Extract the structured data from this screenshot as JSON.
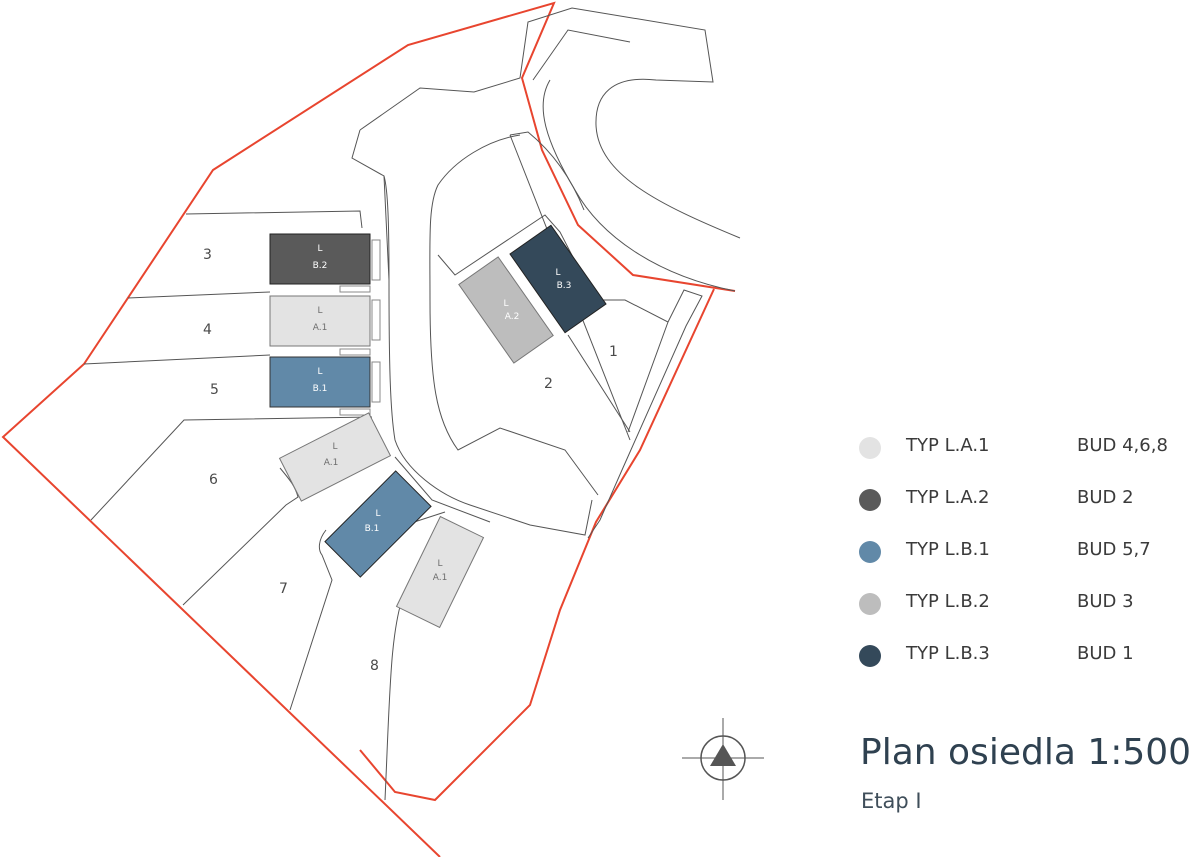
{
  "plots": [
    {
      "id": "1",
      "label": "1"
    },
    {
      "id": "2",
      "label": "2"
    },
    {
      "id": "3",
      "label": "3"
    },
    {
      "id": "4",
      "label": "4"
    },
    {
      "id": "5",
      "label": "5"
    },
    {
      "id": "6",
      "label": "6"
    },
    {
      "id": "7",
      "label": "7"
    },
    {
      "id": "8",
      "label": "8"
    }
  ],
  "buildings": [
    {
      "line1": "L",
      "line2": "B.3",
      "fill": "#34495a",
      "text": "#ffffff"
    },
    {
      "line1": "L",
      "line2": "A.2",
      "fill": "#bdbdbd",
      "text": "#ffffff"
    },
    {
      "line1": "L",
      "line2": "B.2",
      "fill": "#5a5a5a",
      "text": "#ffffff"
    },
    {
      "line1": "L",
      "line2": "A.1",
      "fill": "#e3e3e3",
      "text": "#6d6d6d"
    },
    {
      "line1": "L",
      "line2": "B.1",
      "fill": "#6189a8",
      "text": "#ffffff"
    },
    {
      "line1": "L",
      "line2": "A.1",
      "fill": "#e3e3e3",
      "text": "#6d6d6d"
    },
    {
      "line1": "L",
      "line2": "B.1",
      "fill": "#6189a8",
      "text": "#ffffff"
    },
    {
      "line1": "L",
      "line2": "A.1",
      "fill": "#e3e3e3",
      "text": "#6d6d6d"
    }
  ],
  "legend": [
    {
      "type": "TYP L.A.1",
      "bud": "BUD 4,6,8",
      "color": "#e3e3e3"
    },
    {
      "type": "TYP L.A.2",
      "bud": "BUD 2",
      "color": "#5a5a5a"
    },
    {
      "type": "TYP L.B.1",
      "bud": "BUD 5,7",
      "color": "#6189a8"
    },
    {
      "type": "TYP L.B.2",
      "bud": "BUD 3",
      "color": "#bdbdbd"
    },
    {
      "type": "TYP L.B.3",
      "bud": "BUD 1",
      "color": "#34495a"
    }
  ],
  "title": "Plan osiedla 1:500",
  "subtitle": "Etap I",
  "colors": {
    "boundary": "#e8452f",
    "lines": "#555555",
    "compass": "#555555"
  },
  "icons": {
    "compass": "north-arrow-icon"
  }
}
